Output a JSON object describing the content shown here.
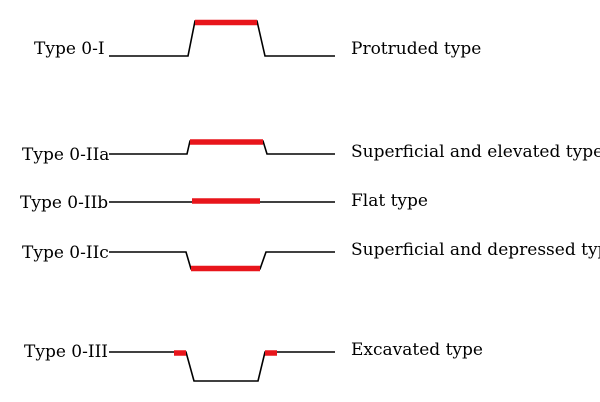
{
  "colors": {
    "profile": "#000000",
    "lesion": "#e8151b"
  },
  "rows": [
    {
      "type_label": "Type 0-I",
      "description": "Protruded type"
    },
    {
      "type_label": "Type 0-IIa",
      "description": "Superficial and elevated type"
    },
    {
      "type_label": "Type 0-IIb",
      "description": "Flat type"
    },
    {
      "type_label": "Type 0-IIc",
      "description": "Superficial and depressed type"
    },
    {
      "type_label": "Type 0-III",
      "description": "Excavated type"
    }
  ]
}
